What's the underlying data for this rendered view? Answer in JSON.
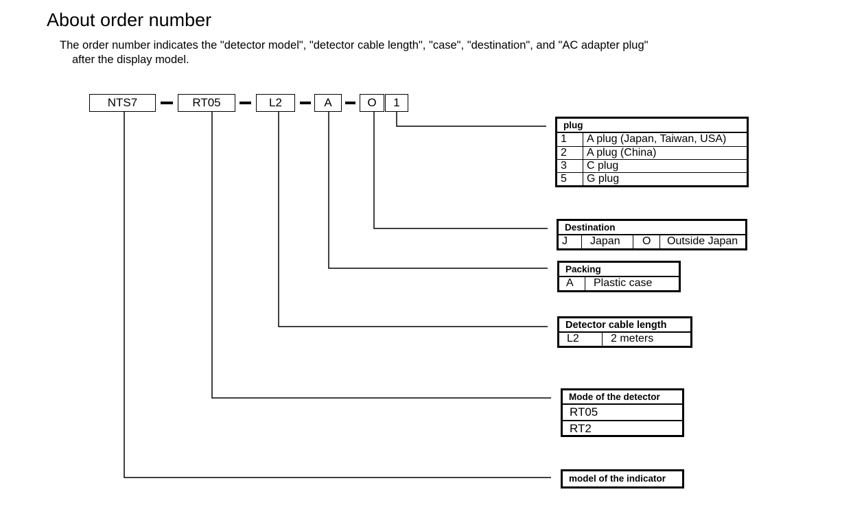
{
  "page": {
    "title": "About order number",
    "description_line1": "The order number indicates the \"detector model\", \"detector cable length\", \"case\", \"destination\", and \"AC adapter plug\"",
    "description_line2": "after the display model."
  },
  "order_code": {
    "segments": [
      "NTS7",
      "RT05",
      "L2",
      "A",
      "O",
      "1"
    ]
  },
  "tables": {
    "plug": {
      "header": "plug",
      "rows": [
        {
          "code": "1",
          "label": "A plug (Japan, Taiwan, USA)"
        },
        {
          "code": "2",
          "label": "A plug (China)"
        },
        {
          "code": "3",
          "label": "C plug"
        },
        {
          "code": "5",
          "label": "G plug"
        }
      ]
    },
    "destination": {
      "header": "Destination",
      "code1": "J",
      "label1": "Japan",
      "code2": "O",
      "label2": "Outside Japan"
    },
    "packing": {
      "header": "Packing",
      "code": "A",
      "label": "Plastic case"
    },
    "cable_length": {
      "header": "Detector cable length",
      "code": "L2",
      "label": "2 meters"
    },
    "detector_mode": {
      "header": "Mode of the detector",
      "rows": [
        "RT05",
        "RT2"
      ]
    },
    "indicator_model": {
      "header": "model of the indicator"
    }
  }
}
